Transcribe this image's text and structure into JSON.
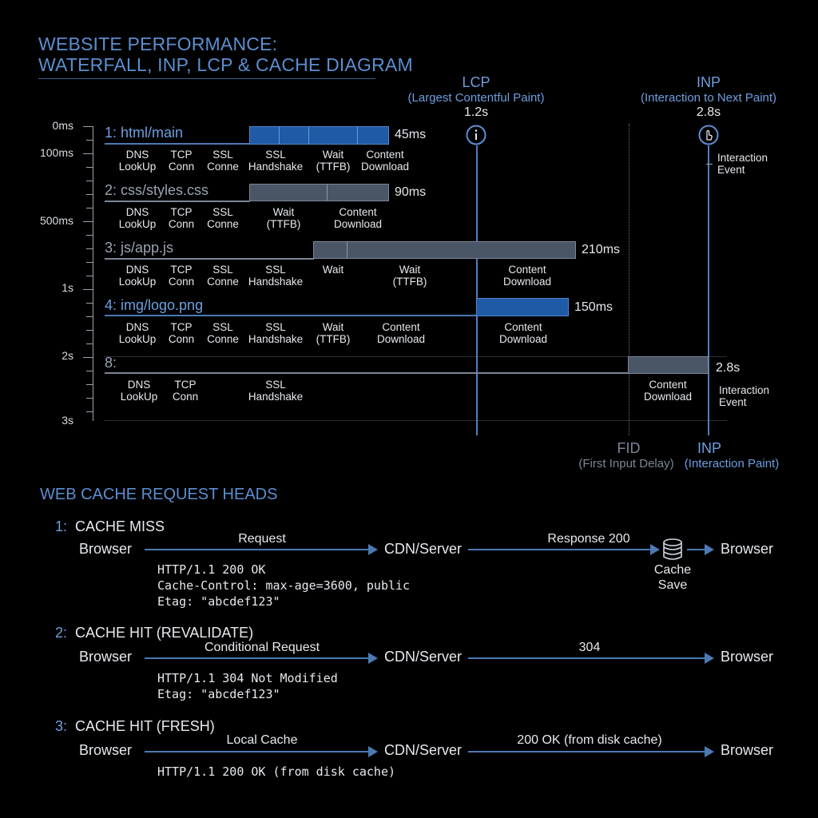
{
  "title": {
    "line1": "WEBSITE PERFORMANCE:",
    "line2": "WATERFALL, INP, LCP & CACHE DIAGRAM"
  },
  "axis": [
    "0ms",
    "100ms",
    "500ms",
    "1s",
    "2s",
    "3s"
  ],
  "rows": [
    {
      "label": "1:  html/main",
      "duration": "45ms",
      "phases": [
        "DNS\nLookUp",
        "TCP\nConn",
        "SSL\nConne",
        "SSL\nHandshake",
        "Wait\n(TTFB)",
        "Content\nDownload"
      ]
    },
    {
      "label": "2:  css/styles.css",
      "duration": "90ms",
      "phases": [
        "DNS\nLookUp",
        "TCP\nConn",
        "SSL\nConne",
        "Wait\n(TTFB)",
        "Content\nDownload"
      ]
    },
    {
      "label": "3:  js/app.js",
      "duration": "210ms",
      "phases": [
        "DNS\nLookUp",
        "TCP\nConn",
        "SSL\nConne",
        "SSL\nHandshake",
        "Wait",
        "Wait\n(TTFB)",
        "Content\nDownload"
      ]
    },
    {
      "label": "4:  img/logo.png",
      "duration": "150ms",
      "phases": [
        "DNS\nLookUp",
        "TCP\nConn",
        "SSL\nConne",
        "SSL\nHandshake",
        "Wait\n(TTFB)",
        "Content\nDownload",
        "Content\nDownload"
      ]
    },
    {
      "label": "8:",
      "duration": "2.8s",
      "phases": [
        "DNS\nLookUp",
        "TCP\nConn",
        "SSL\nHandshake",
        "Content\nDownload"
      ]
    }
  ],
  "markers": {
    "lcp": {
      "title": "LCP",
      "subtitle": "(Largest Contentful Paint)",
      "value": "1.2s",
      "icon": "info-icon"
    },
    "inp": {
      "title": "INP",
      "subtitle": "(Interaction to Next Paint)",
      "value": "2.8s",
      "icon": "tap-icon",
      "event_top": "Interaction\nEvent",
      "event_bottom": "Interaction\nEvent"
    },
    "fid": {
      "title": "FID",
      "subtitle": "(First Input Delay)"
    },
    "inp_bottom": {
      "title": "INP",
      "subtitle": "(Interaction Paint)"
    }
  },
  "cache": {
    "title": "WEB CACHE REQUEST HEADS",
    "cases": [
      {
        "num": "1:",
        "name": "CACHE MISS",
        "from": "Browser",
        "via": "CDN/Server",
        "to": "Browser",
        "request_label": "Request",
        "response_label": "Response 200",
        "save_label": "Cache\nSave",
        "save_icon": "database-icon",
        "headers": "HTTP/1.1 200 OK\nCache-Control: max-age=3600, public\nEtag: \"abcdef123\""
      },
      {
        "num": "2:",
        "name": "CACHE HIT (REVALIDATE)",
        "from": "Browser",
        "via": "CDN/Server",
        "to": "Browser",
        "request_label": "Conditional Request",
        "response_label": "304",
        "headers": "HTTP/1.1 304 Not Modified\nEtag: \"abcdef123\""
      },
      {
        "num": "3:",
        "name": "CACHE HIT (FRESH)",
        "from": "Browser",
        "via": "CDN/Server",
        "to": "Browser",
        "request_label": "Local Cache",
        "response_label": "200 OK (from disk cache)",
        "headers": "HTTP/1.1 200 OK (from disk cache)"
      }
    ]
  }
}
